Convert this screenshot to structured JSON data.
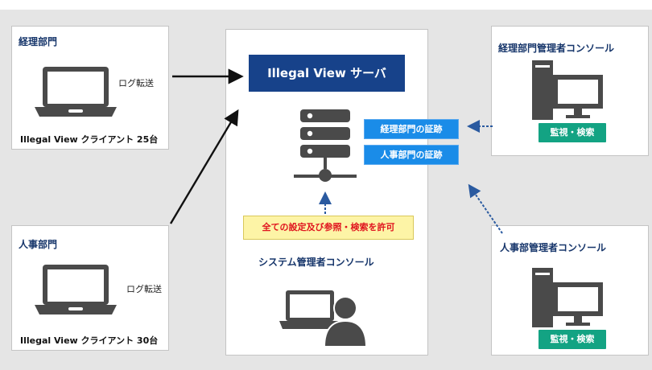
{
  "accounting_dept": {
    "title": "経理部門",
    "transfer_label": "ログ転送",
    "client_caption": "Illegal View クライアント 25台"
  },
  "hr_dept": {
    "title": "人事部門",
    "transfer_label": "ログ転送",
    "client_caption": "Illegal View クライアント 30台"
  },
  "server": {
    "title": "Illegal View サーバ",
    "cert_accounting": "経理部門の証跡",
    "cert_hr": "人事部門の証跡",
    "permission_note": "全ての設定及び参照・検索を許可",
    "admin_console_title": "システム管理者コンソール"
  },
  "accounting_console": {
    "title": "経理部門管理者コンソール",
    "badge": "監視・検索"
  },
  "hr_console": {
    "title": "人事部管理者コンソール",
    "badge": "監視・検索"
  },
  "colors": {
    "server_title_bg": "#17428a",
    "cert_tag_bg": "#1a8ce8",
    "note_bg": "#fdf4a6",
    "note_text": "#e0141e",
    "badge_bg": "#13a383",
    "dark_icon": "#4a4a4a",
    "arrow_blue": "#2a5aa0"
  }
}
